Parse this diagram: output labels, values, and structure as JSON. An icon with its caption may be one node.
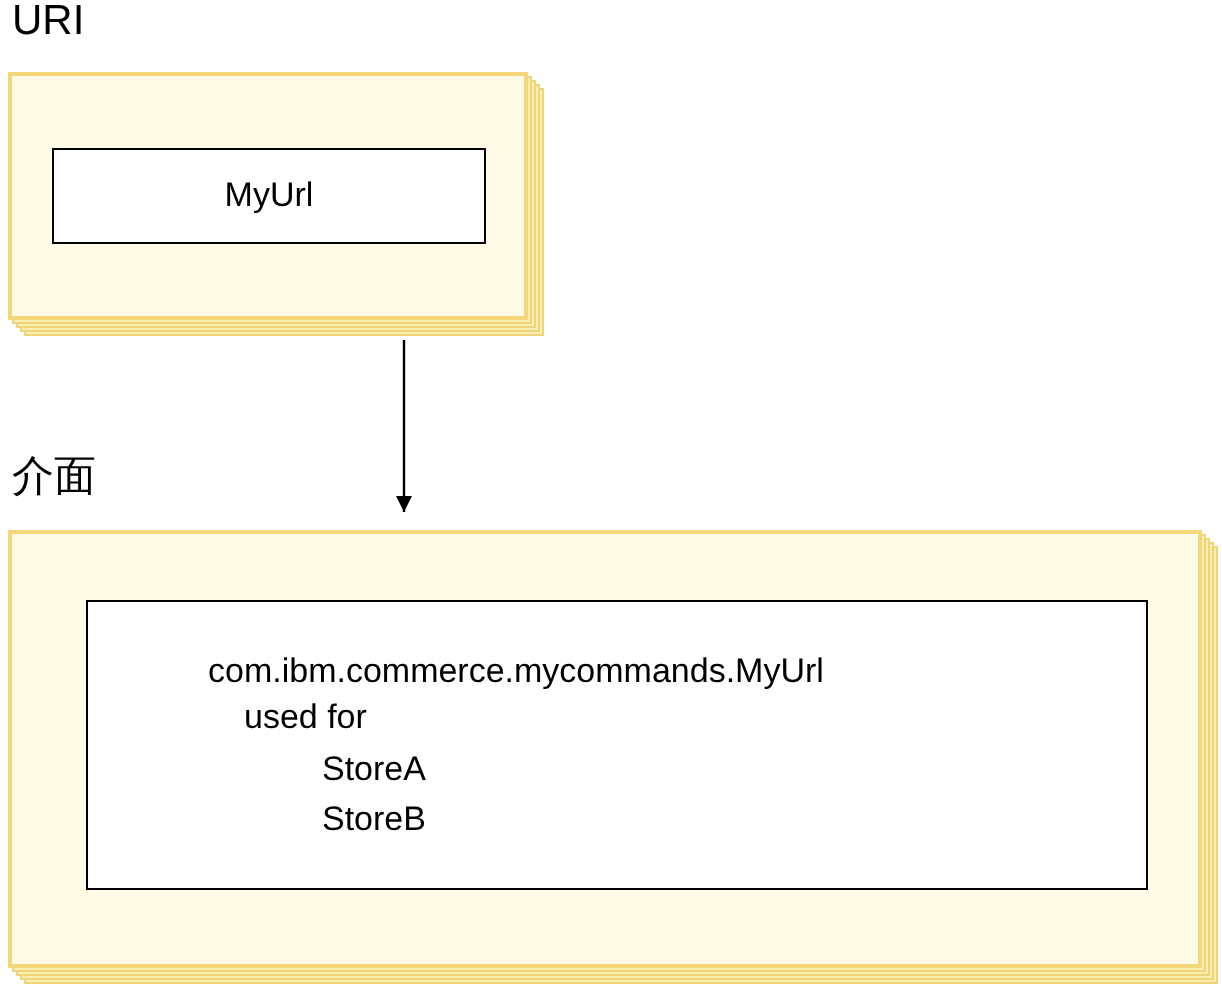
{
  "diagram": {
    "nodes": [
      {
        "text": [
          "URI"
        ]
      },
      {
        "text": [
          "MyUrl"
        ],
        "in": 0
      },
      {
        "text": [
          "介面"
        ]
      },
      {
        "text": [
          "com.ibm.commerce.mycommands.MyUrl",
          "used for",
          "StoreA",
          "StoreB"
        ],
        "in": 2
      }
    ],
    "edges": [
      {
        "from": 0,
        "to": 2,
        "arrow": "to"
      }
    ]
  }
}
